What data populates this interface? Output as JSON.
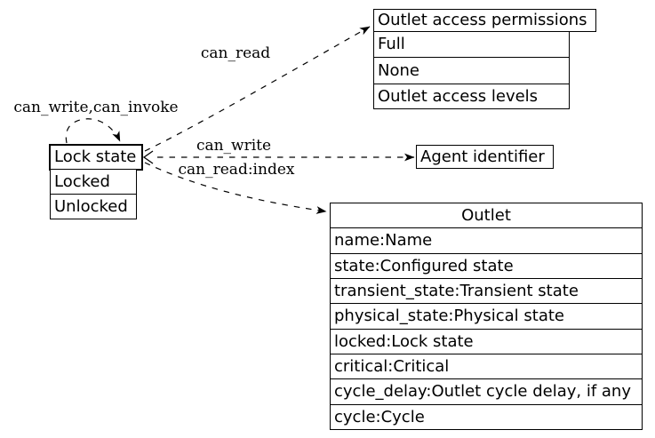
{
  "colors": {
    "background": "#ffffff",
    "stroke": "#000000",
    "text": "#000000"
  },
  "nodes": {
    "lock_state": {
      "title": "Lock state",
      "rows": [
        "Locked",
        "Unlocked"
      ]
    },
    "outlet_access_permissions": {
      "title": "Outlet access permissions",
      "rows": [
        "Full",
        "None",
        "Outlet access levels"
      ]
    },
    "agent_identifier": {
      "title": "Agent identifier"
    },
    "outlet": {
      "title": "Outlet",
      "rows": [
        "name:Name",
        "state:Configured state",
        "transient_state:Transient state",
        "physical_state:Physical state",
        "locked:Lock state",
        "critical:Critical",
        "cycle_delay:Outlet cycle delay, if any",
        "cycle:Cycle"
      ]
    }
  },
  "edges": {
    "self_loop": {
      "label": "can_write,can_invoke",
      "from": "lock_state",
      "to": "lock_state"
    },
    "can_read": {
      "label": "can_read",
      "from": "lock_state",
      "to": "outlet_access_permissions"
    },
    "can_write": {
      "label": "can_write",
      "from": "lock_state",
      "to": "agent_identifier",
      "direction": "both"
    },
    "can_read_index": {
      "label": "can_read:index",
      "from": "lock_state",
      "to": "outlet"
    }
  }
}
